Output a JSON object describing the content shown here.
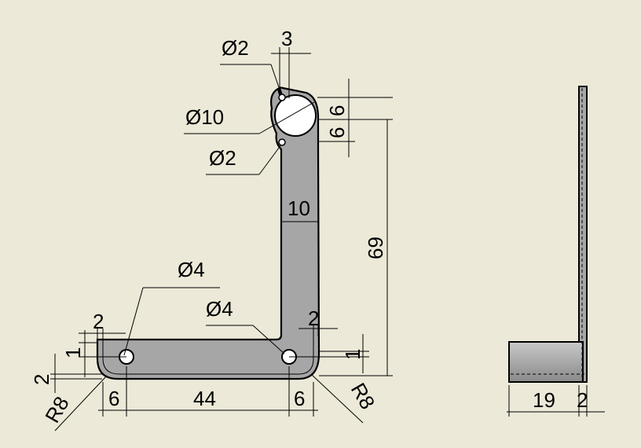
{
  "colors": {
    "background": "#ece9d8",
    "part_fill": "#a6a6a6",
    "side_fill_top": "#c8c8c8",
    "side_fill_bottom": "#8a8a8a",
    "line": "#000000"
  },
  "dimensions": {
    "d_small_top": "Ø2",
    "hole_offset_3": "3",
    "d_large": "Ø10",
    "d_small_bottom": "Ø2",
    "v6_top": "6",
    "v6_bottom": "6",
    "arm_width": "10",
    "height_69": "69",
    "d_hole_left": "Ø4",
    "d_hole_right": "Ø4",
    "left_offset_2": "2",
    "right_offset_2": "2",
    "left_vert_1": "1",
    "right_vert_1": "1",
    "left_vert_2": "2",
    "radius_left": "R8",
    "radius_right": "R8",
    "base_6_left": "6",
    "base_44": "44",
    "base_6_right": "6",
    "side_19": "19",
    "side_2": "2"
  }
}
